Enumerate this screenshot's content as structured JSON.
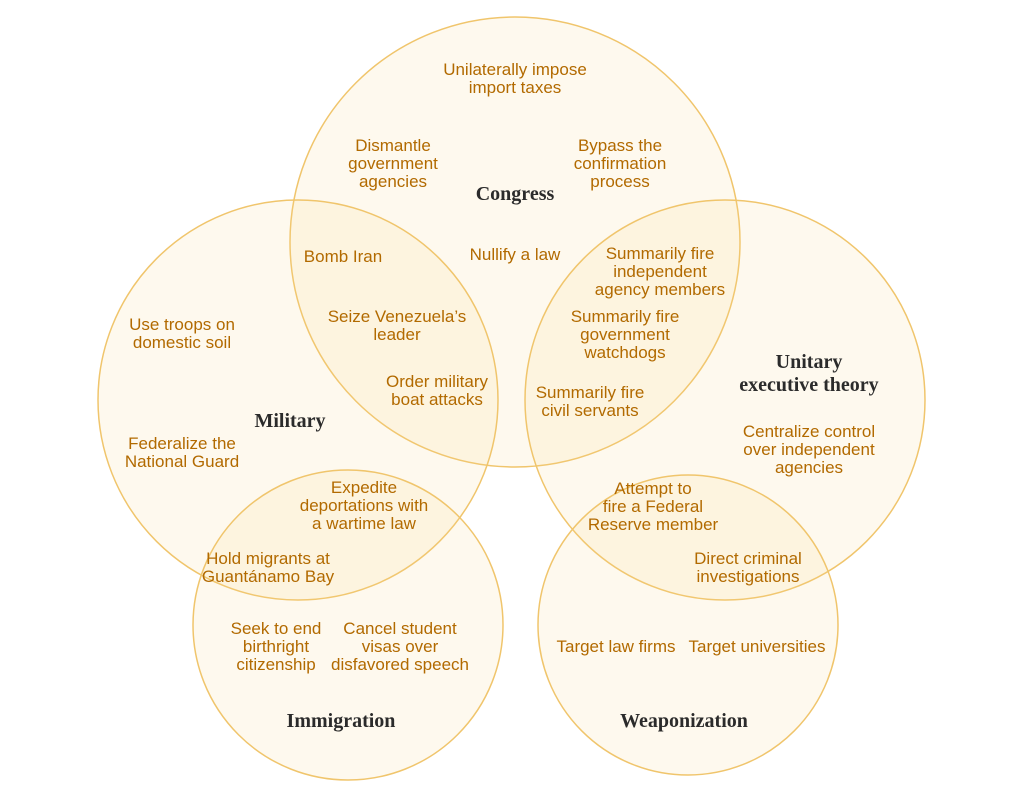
{
  "colors": {
    "circle_fill": "#fad68c",
    "circle_stroke": "#f0c56c",
    "item_text": "#b26a00",
    "heading_text": "#2b2b2b"
  },
  "sets": [
    {
      "id": "congress",
      "label_lines": [
        "Congress"
      ]
    },
    {
      "id": "military",
      "label_lines": [
        "Military"
      ]
    },
    {
      "id": "unitary",
      "label_lines": [
        "Unitary",
        "executive theory"
      ]
    },
    {
      "id": "immigration",
      "label_lines": [
        "Immigration"
      ]
    },
    {
      "id": "weaponization",
      "label_lines": [
        "Weaponization"
      ]
    }
  ],
  "items": [
    {
      "id": "import-taxes",
      "sets": [
        "congress"
      ],
      "lines": [
        "Unilaterally impose",
        "import taxes"
      ]
    },
    {
      "id": "dismantle-agencies",
      "sets": [
        "congress"
      ],
      "lines": [
        "Dismantle",
        "government",
        "agencies"
      ]
    },
    {
      "id": "bypass-confirmation",
      "sets": [
        "congress"
      ],
      "lines": [
        "Bypass the",
        "confirmation",
        "process"
      ]
    },
    {
      "id": "nullify-law",
      "sets": [
        "congress"
      ],
      "lines": [
        "Nullify a law"
      ]
    },
    {
      "id": "bomb-iran",
      "sets": [
        "congress",
        "military"
      ],
      "lines": [
        "Bomb Iran"
      ]
    },
    {
      "id": "seize-venezuela",
      "sets": [
        "congress",
        "military"
      ],
      "lines": [
        "Seize Venezuela’s",
        "leader"
      ]
    },
    {
      "id": "boat-attacks",
      "sets": [
        "congress",
        "military"
      ],
      "lines": [
        "Order military",
        "boat attacks"
      ]
    },
    {
      "id": "fire-agency-members",
      "sets": [
        "congress",
        "unitary"
      ],
      "lines": [
        "Summarily fire",
        "independent",
        "agency members"
      ]
    },
    {
      "id": "fire-watchdogs",
      "sets": [
        "congress",
        "unitary"
      ],
      "lines": [
        "Summarily fire",
        "government",
        "watchdogs"
      ]
    },
    {
      "id": "fire-civil-servants",
      "sets": [
        "congress",
        "unitary"
      ],
      "lines": [
        "Summarily fire",
        "civil servants"
      ]
    },
    {
      "id": "troops-domestic",
      "sets": [
        "military"
      ],
      "lines": [
        "Use troops on",
        "domestic soil"
      ]
    },
    {
      "id": "federalize-guard",
      "sets": [
        "military"
      ],
      "lines": [
        "Federalize the",
        "National Guard"
      ]
    },
    {
      "id": "centralize-control",
      "sets": [
        "unitary"
      ],
      "lines": [
        "Centralize control",
        "over independent",
        "agencies"
      ]
    },
    {
      "id": "expedite-deportations",
      "sets": [
        "military",
        "immigration"
      ],
      "lines": [
        "Expedite",
        "deportations with",
        "a wartime law"
      ]
    },
    {
      "id": "guantanamo",
      "sets": [
        "military",
        "immigration"
      ],
      "lines": [
        "Hold migrants at",
        "Guantánamo Bay"
      ]
    },
    {
      "id": "fire-fed-member",
      "sets": [
        "unitary",
        "weaponization"
      ],
      "lines": [
        "Attempt to",
        "fire a Federal",
        "Reserve member"
      ]
    },
    {
      "id": "criminal-investigations",
      "sets": [
        "unitary",
        "weaponization"
      ],
      "lines": [
        "Direct criminal",
        "investigations"
      ]
    },
    {
      "id": "birthright",
      "sets": [
        "immigration"
      ],
      "lines": [
        "Seek to end",
        "birthright",
        "citizenship"
      ]
    },
    {
      "id": "student-visas",
      "sets": [
        "immigration"
      ],
      "lines": [
        "Cancel student",
        "visas over",
        "disfavored speech"
      ]
    },
    {
      "id": "law-firms",
      "sets": [
        "weaponization"
      ],
      "lines": [
        "Target law firms"
      ]
    },
    {
      "id": "universities",
      "sets": [
        "weaponization"
      ],
      "lines": [
        "Target universities"
      ]
    }
  ]
}
